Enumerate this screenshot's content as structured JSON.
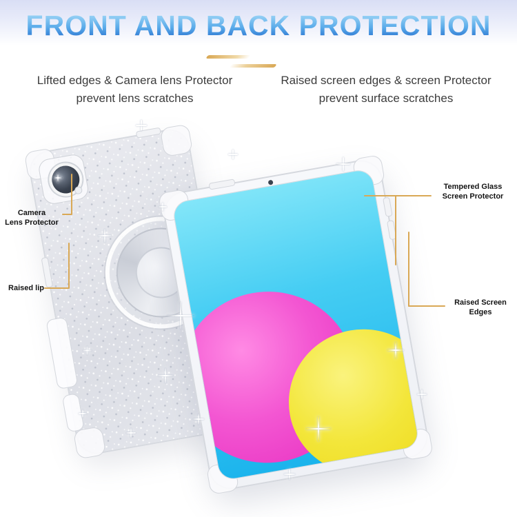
{
  "title": "FRONT AND BACK PROTECTION",
  "features": {
    "left_line1": "Lifted edges & Camera lens Protector",
    "left_line2": "prevent lens scratches",
    "right_line1": "Raised screen edges & screen Protector",
    "right_line2": "prevent surface scratches"
  },
  "callouts": {
    "camera_line1": "Camera",
    "camera_line2": "Lens Protector",
    "raised_lip": "Raised lip",
    "tempered_line1": "Tempered Glass",
    "tempered_line2": "Screen Protector",
    "raised_screen_line1": "Raised Screen",
    "raised_screen_line2": "Edges"
  },
  "icons": {
    "sparkle": "four-point-star-flare"
  },
  "colors": {
    "title_gradient_top": "#b3e3fa",
    "title_gradient_bottom": "#1d63c8",
    "accent_gold": "#d9a855",
    "header_band": "#d9def5",
    "screen_cyan": "#2fc2f1",
    "screen_magenta": "#ee3ec9",
    "screen_yellow": "#f2e428",
    "case_grey": "#e4e6ec",
    "body_text": "#3c3c3c"
  }
}
